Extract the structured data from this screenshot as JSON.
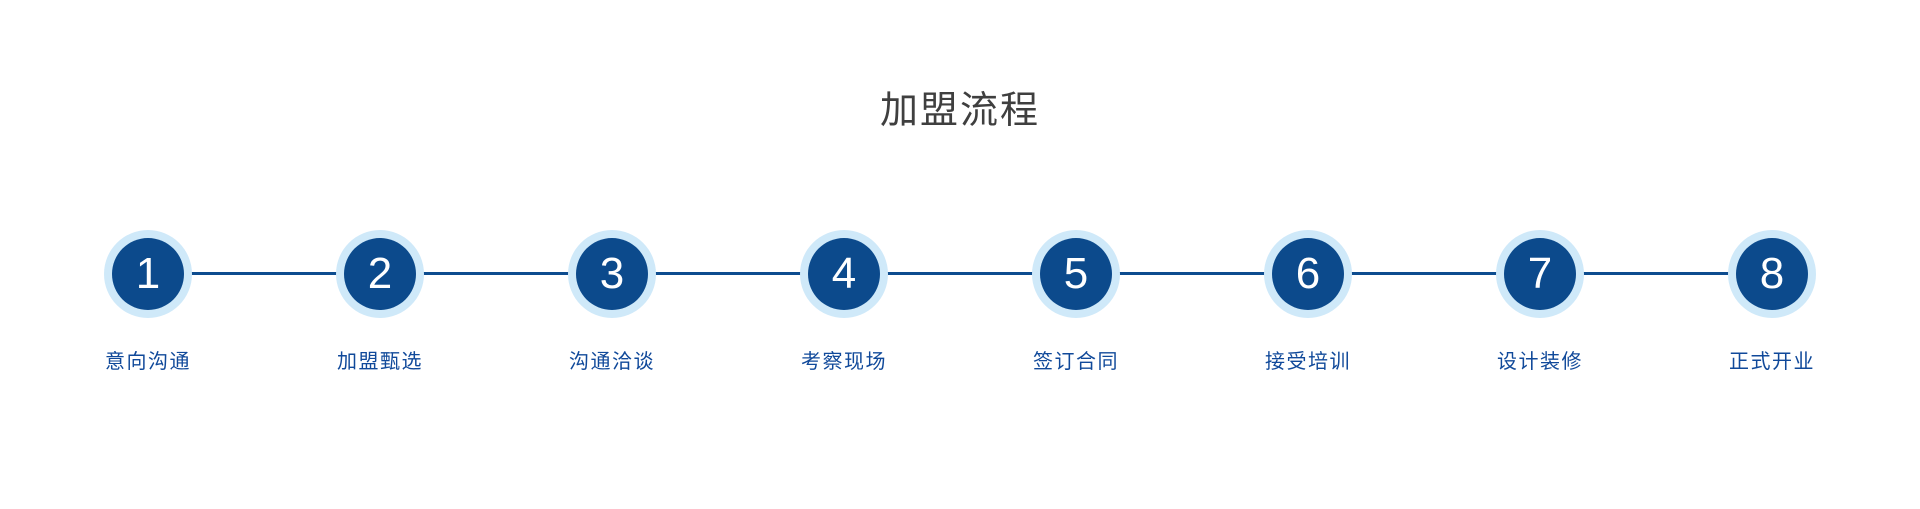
{
  "title": "加盟流程",
  "colors": {
    "background": "#ffffff",
    "title_text": "#3f3f3f",
    "circle_fill": "#0c4a8c",
    "circle_halo": "#cfe9f9",
    "connector_line": "#0d4c8f",
    "step_label_text": "#10499a",
    "step_number_text": "#ffffff"
  },
  "steps": [
    {
      "number": "1",
      "label": "意向沟通"
    },
    {
      "number": "2",
      "label": "加盟甄选"
    },
    {
      "number": "3",
      "label": "沟通洽谈"
    },
    {
      "number": "4",
      "label": "考察现场"
    },
    {
      "number": "5",
      "label": "签订合同"
    },
    {
      "number": "6",
      "label": "接受培训"
    },
    {
      "number": "7",
      "label": "设计装修"
    },
    {
      "number": "8",
      "label": "正式开业"
    }
  ]
}
